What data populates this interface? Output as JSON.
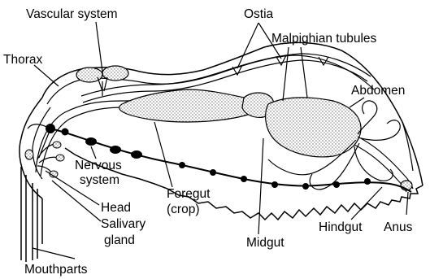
{
  "labels": {
    "vascular_system": "Vascular system",
    "ostia": "Ostia",
    "malpighian_tubules": "Malpighian tubules",
    "thorax": "Thorax",
    "abdomen": "Abdomen",
    "nervous": "Nervous",
    "system": "system",
    "foregut": "Foregut",
    "crop": "(crop)",
    "head": "Head",
    "salivary": "Salivary",
    "gland": "gland",
    "midgut": "Midgut",
    "hindgut": "Hindgut",
    "anus": "Anus",
    "mouthparts": "Mouthparts"
  },
  "colors": {
    "ink": "#000000",
    "stipple": "#d9d9d9",
    "background": "#ffffff"
  }
}
